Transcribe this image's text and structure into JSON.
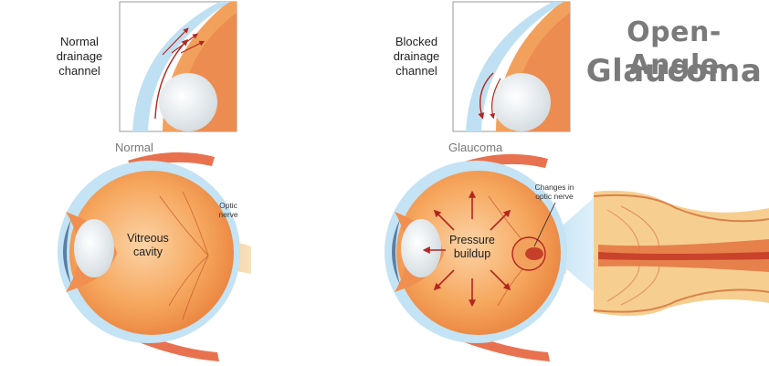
{
  "title": {
    "line1": "Open-Angle",
    "line2": "Glaucoma"
  },
  "normal": {
    "inset_label": "Normal drainage channel",
    "caption": "Normal",
    "cavity_label": "Vitreous cavity",
    "nerve_label": "Optic nerve"
  },
  "glaucoma": {
    "inset_label": "Blocked drainage channel",
    "caption": "Glaucoma",
    "pressure_label": "Pressure buildup",
    "changes_label": "Changes in optic nerve"
  },
  "colors": {
    "sclera_blue": "#bfe0f2",
    "eye_orange": "#f5a259",
    "eye_inner": "#f8c48f",
    "muscle": "#e8724f",
    "arrow_red": "#b3261e",
    "nerve_cream": "#f7d9a2",
    "title_gray": "#7a7a7a"
  }
}
